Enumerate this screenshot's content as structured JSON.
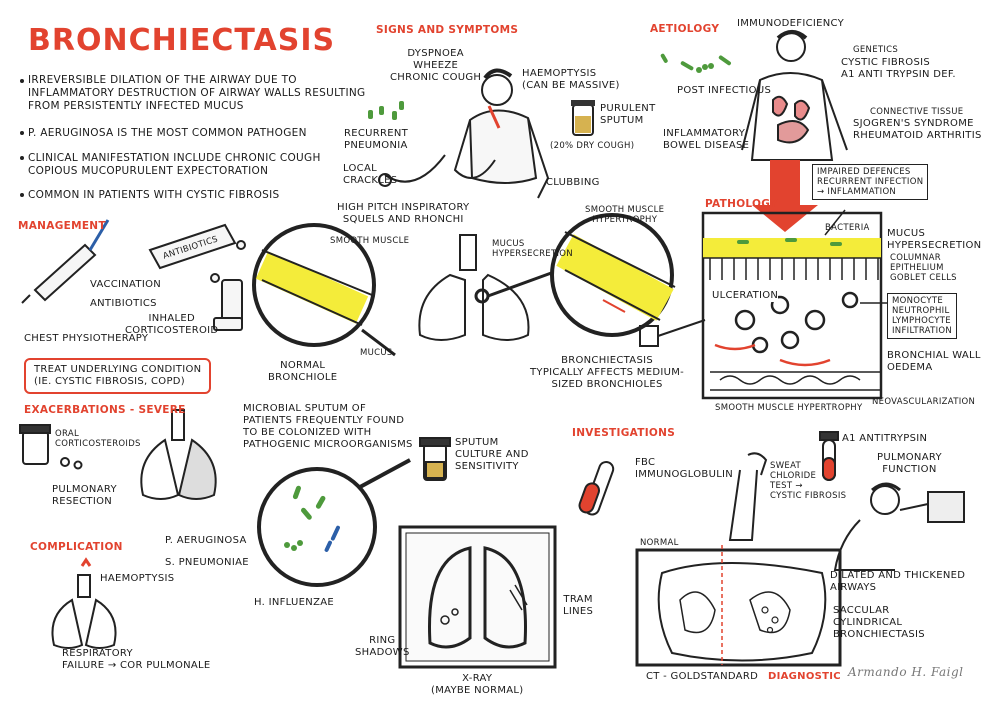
{
  "title": "BRONCHIECTASIS",
  "intro": {
    "bullets": [
      "IRREVERSIBLE DILATION OF THE AIRWAY DUE TO\nINFLAMMATORY DESTRUCTION OF AIRWAY WALLS RESULTING\nFROM PERSISTENTLY INFECTED MUCUS",
      "P. AERUGINOSA IS THE MOST COMMON PATHOGEN",
      "CLINICAL MANIFESTATION INCLUDE CHRONIC COUGH\nCOPIOUS MUCOPURULENT EXPECTORATION",
      "COMMON IN PATIENTS WITH CYSTIC FIBROSIS"
    ]
  },
  "signs": {
    "heading": "SIGNS AND SYMPTOMS",
    "items": [
      "DYSPNOEA\nWHEEZE\nCHRONIC COUGH",
      "HAEMOPTYSIS\n(CAN BE MASSIVE)",
      "RECURRENT\nPNEUMONIA",
      "PURULENT\nSPUTUM",
      "(20% DRY COUGH)",
      "LOCAL\nCRACKLES",
      "CLUBBING",
      "HIGH PITCH INSPIRATORY\nSQUELS AND RHONCHI"
    ]
  },
  "aetiology": {
    "heading": "AETIOLOGY",
    "items": [
      "IMMUNODEFICIENCY",
      "GENETICS",
      "CYSTIC FIBROSIS\nα1 ANTI TRYPSIN DEF.",
      "POST INFECTIOUS",
      "CONNECTIVE TISSUE",
      "SJOGREN'S SYNDROME\nRHEUMATOID ARTHRITIS",
      "INFLAMMATORY\nBOWEL DISEASE"
    ]
  },
  "management": {
    "heading": "MANAGEMENT",
    "items": [
      "VACCINATION",
      "ANTIBIOTICS",
      "ANTIBIOTICS",
      "INHALED\nCORTICOSTEROID",
      "CHEST PHYSIOTHERAPY"
    ],
    "treat_box": "TREAT UNDERLYING CONDITION\n(IE. CYSTIC FIBROSIS, COPD)"
  },
  "anatomy": {
    "smooth_muscle": "SMOOTH MUSCLE",
    "mucus": "MUCUS",
    "normal_bronchiole": "NORMAL\nBRONCHIOLE",
    "mucus_hypersecretion": "MUCUS\nHYPERSECRETION",
    "smooth_muscle_hypertrophy": "SMOOTH MUSCLE\nHYPERTROPHY",
    "bronchiectasis_caption": "BRONCHIECTASIS\nTYPICALLY AFFECTS MEDIUM-\nSIZED BRONCHIOLES"
  },
  "pathology": {
    "heading": "PATHOLOGY",
    "impaired_box": "IMPAIRED DEFENCES\nRECURRENT INFECTION\n→ INFLAMMATION",
    "bacteria": "BACTERIA",
    "mucus_hyper": "MUCUS\nHYPERSECRETION",
    "columnar": "COLUMNAR\nEPITHELIUM\nGOBLET CELLS",
    "ulceration": "ULCERATION",
    "inflammation_box": "MONOCYTE\nNEUTROPHIL\nLYMPHOCYTE\nINFILTRATION",
    "wall_oedema": "BRONCHIAL WALL\nOEDEMA",
    "sm_hypertrophy": "SMOOTH MUSCLE HYPERTROPHY",
    "neovasc": "NEOVASCULARIZATION"
  },
  "exacerbations": {
    "heading": "EXACERBATIONS - SEVERE",
    "oral": "ORAL\nCORTICOSTEROIDS",
    "resection": "PULMONARY\nRESECTION"
  },
  "microbes": {
    "text": "MICROBIAL SPUTUM OF\nPATIENTS FREQUENTLY FOUND\nTO BE COLONIZED WITH\nPATHOGENIC MICROORGANISMS",
    "sputum_culture": "SPUTUM\nCULTURE AND\nSENSITIVITY",
    "p_aeruginosa": "P. AERUGINOSA",
    "s_pneumoniae": "S. PNEUMONIAE",
    "h_influenzae": "H. INFLUENZAE"
  },
  "xray": {
    "ring_shadows": "RING\nSHADOWS",
    "tram_lines": "TRAM\nLINES",
    "caption": "X-RAY\n(MAYBE NORMAL)"
  },
  "complication": {
    "heading": "COMPLICATION",
    "haemoptysis": "HAEMOPTYSIS",
    "respiratory": "RESPIRATORY\nFAILURE → COR PULMONALE"
  },
  "investigations": {
    "heading": "INVESTIGATIONS",
    "fbc": "FBC\nIMMUNOGLOBULIN",
    "sweat": "SWEAT\nCHLORIDE\nTEST →\nCYSTIC FIBROSIS",
    "a1": "α1 ANTITRYPSIN",
    "pulmonary": "PULMONARY\nFUNCTION",
    "normal": "NORMAL",
    "dilated": "DILATED AND THICKENED\nAIRWAYS",
    "saccular": "SACCULAR\nCYLINDRICAL\nBRONCHIECTASIS",
    "ct_caption": "CT - GOLDSTANDARD",
    "ct_diagnostic": "DIAGNOSTIC"
  },
  "signature": "Armando H. Faigl",
  "colors": {
    "accent_red": "#e2432f",
    "highlight_yellow": "#f4ec3a",
    "bacteria_green": "#4e9a3c",
    "bacteria_blue": "#2c5fa8"
  }
}
